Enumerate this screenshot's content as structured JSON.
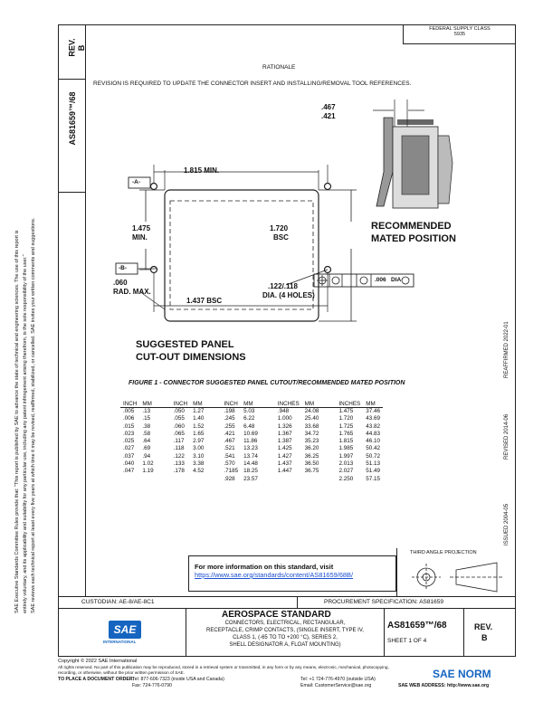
{
  "header": {
    "box_line1": "FEDERAL SUPPLY CLASS",
    "box_line2": "5935",
    "rationale_heading": "RATIONALE",
    "rationale_text": "REVISION IS REQUIRED TO UPDATE THE CONNECTOR INSERT AND INSTALLING/REMOVAL TOOL REFERENCES."
  },
  "left_column": {
    "rev_label": "REV.",
    "rev_value": "B",
    "doc_number": "AS81659™/68",
    "legal_text_1": "SAE Executive Standards Committee Rules provide that: \"This report is published by SAE to advance the state of technical and engineering sciences. The use of this report is",
    "legal_text_2": "entirely voluntary, and its applicability and suitability for any particular use, including any patent infringement arising therefrom, is the sole responsibility of the user.\"",
    "legal_text_3": "SAE reviews each technical report at least every five years at which time it may be revised, reaffirmed, stabilized, or cancelled. SAE invites your written comments and suggestions."
  },
  "right_margin": {
    "issued": "ISSUED 2004-05",
    "revised": "REVISED 2014-06",
    "reaffirmed": "REAFFIRMED 2022-01"
  },
  "drawing": {
    "dim_467": ".467",
    "dim_421": ".421",
    "dim_1815": "1.815 MIN.",
    "datum_a": "-A-",
    "datum_b": "-B-",
    "dim_1475": "1.475",
    "dim_min": "MIN.",
    "dim_1720": "1.720",
    "dim_bsc": "BSC",
    "dim_060": ".060",
    "rad_max": "RAD. MAX.",
    "dim_1437": "1.437 BSC",
    "hole_dim": ".122/.118",
    "hole_note": "DIA. (4 HOLES)",
    "fcf_tol": ".006",
    "fcf_dia": "DIA",
    "mated_line1": "RECOMMENDED",
    "mated_line2": "MATED POSITION",
    "cutout_line1": "SUGGESTED PANEL",
    "cutout_line2": "CUT-OUT DIMENSIONS"
  },
  "figure_caption": "FIGURE 1 - CONNECTOR SUGGESTED PANEL CUTOUT/RECOMMENDED MATED POSITION",
  "table": {
    "headers": [
      "INCH",
      "MM",
      "INCH",
      "MM",
      "INCH",
      "MM",
      "INCHES",
      "MM",
      "INCHES",
      "MM"
    ],
    "rows": [
      [
        ".005",
        ".13",
        ".050",
        "1.27",
        ".198",
        "5.03",
        ".948",
        "24.08",
        "1.475",
        "37.46"
      ],
      [
        ".006",
        ".15",
        ".055",
        "1.40",
        ".245",
        "6.22",
        "1.000",
        "25.40",
        "1.720",
        "43.69"
      ],
      [
        ".015",
        ".38",
        ".060",
        "1.52",
        ".255",
        "6.48",
        "1.326",
        "33.68",
        "1.725",
        "43.82"
      ],
      [
        ".023",
        ".58",
        ".065",
        "1.65",
        ".421",
        "10.69",
        "1.367",
        "34.72",
        "1.765",
        "44.83"
      ],
      [
        ".025",
        ".64",
        ".117",
        "2.97",
        ".467",
        "11.86",
        "1.387",
        "35.23",
        "1.815",
        "46.10"
      ],
      [
        ".027",
        ".69",
        ".118",
        "3.00",
        ".521",
        "13.23",
        "1.425",
        "36.20",
        "1.985",
        "50.42"
      ],
      [
        ".037",
        ".94",
        ".122",
        "3.10",
        ".541",
        "13.74",
        "1.427",
        "36.25",
        "1.997",
        "50.72"
      ],
      [
        ".040",
        "1.02",
        ".133",
        "3.38",
        ".570",
        "14.48",
        "1.437",
        "36.50",
        "2.013",
        "51.13"
      ],
      [
        ".047",
        "1.19",
        ".178",
        "4.52",
        ".7185",
        "18.25",
        "1.447",
        "36.75",
        "2.027",
        "51.49"
      ],
      [
        "",
        "",
        "",
        "",
        ".928",
        "23.57",
        "",
        "",
        "2.250",
        "57.15"
      ]
    ]
  },
  "info": {
    "line1": "For more information on this standard, visit",
    "url": "https://www.sae.org/standards/content/AS81659/68B/"
  },
  "projection_label": "THIRD ANGLE PROJECTION",
  "title_block": {
    "custodian": "CUSTODIAN: AE-8/AE-8C1",
    "procurement": "PROCUREMENT SPECIFICATION: AS81659",
    "standard_heading": "AEROSPACE STANDARD",
    "desc_1": "CONNECTORS, ELECTRICAL, RECTANGULAR,",
    "desc_2": "RECEPTACLE, CRIMP CONTACTS, (SINGLE INSERT, TYPE IV,",
    "desc_3": "CLASS 1, (-65 TO TO +200 °C), SERIES 2,",
    "desc_4": "SHELL DESIGNATOR A, FLOAT MOUNTING)",
    "doc_number": "AS81659™/68",
    "sheet": "SHEET 1 OF 4",
    "rev_label": "REV.",
    "rev_value": "B",
    "logo_text": "SAE",
    "logo_sub": "INTERNATIONAL"
  },
  "footer": {
    "copyright": "Copyright © 2022 SAE International",
    "rights_1": "All rights reserved. No part of this publication may be reproduced, stored in a retrieval system or transmitted, in any form or by any means, electronic, mechanical, photocopying,",
    "rights_2": "recording, or otherwise, without the prior written permission of SAE.",
    "order_label": "TO PLACE A DOCUMENT ORDER:",
    "phone_1": "Tel: 877-606-7323 (inside USA and Canada)",
    "phone_2": "Tel: +1 724-776-4970 (outside USA)",
    "fax": "Fax: 724-776-0790",
    "email": "Email: CustomerService@sae.org",
    "web": "SAE WEB ADDRESS: http://www.sae.org",
    "watermark": "SAE NORM"
  }
}
